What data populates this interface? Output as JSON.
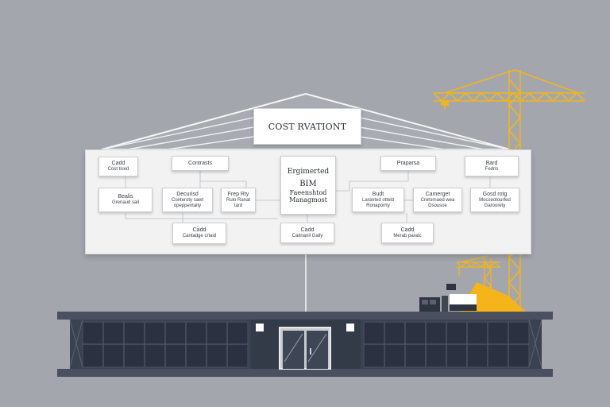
{
  "diagram": {
    "title": "COST RVATIONT",
    "center_node": {
      "line1": "Ergimerted",
      "line2": "BIM",
      "line3": "Faeenshtod",
      "line4": "Managmost"
    },
    "nodes": [
      {
        "id": "n-tl",
        "line1": "Cadd",
        "line2": "Cost tised"
      },
      {
        "id": "n-contracts",
        "line1": "Contrasts",
        "line2": ""
      },
      {
        "id": "n-proparsa",
        "line1": "Praparsa",
        "line2": ""
      },
      {
        "id": "n-tr",
        "line1": "Bard",
        "line2": "Fedris"
      },
      {
        "id": "n-r2a",
        "line1": "Bealis",
        "line2": "Grenaud sail",
        "line3": ""
      },
      {
        "id": "n-r2b",
        "line1": "Decurisd",
        "line2": "Conteroty sawt",
        "line3": "opeppentaity"
      },
      {
        "id": "n-r2c",
        "line1": "Frep Rty",
        "line2": "Rulo Ranat",
        "line3": "tard"
      },
      {
        "id": "n-r2d",
        "line1": "Budt",
        "line2": "Laranted otteld",
        "line3": "Ronaporrty"
      },
      {
        "id": "n-r2e",
        "line1": "Camerget",
        "line2": "Cretornaed wea",
        "line3": "Dsousoe"
      },
      {
        "id": "n-r2f",
        "line1": "Gosd rotg",
        "line2": "Mocseotourfed",
        "line3": "Garoorety"
      },
      {
        "id": "n-b1",
        "line1": "Cadd",
        "line2": "Cantadge crtaid"
      },
      {
        "id": "n-b2",
        "line1": "Cadd",
        "line2": "Caitnanil Gaily"
      },
      {
        "id": "n-b3",
        "line1": "Cadd",
        "line2": "Merab paratc"
      }
    ]
  },
  "colors": {
    "background": "#a3a7ad",
    "crane": "#f2b51b",
    "building_roof": "#4a5060",
    "building_wall": "#3a4150",
    "building_window": "#2b3140",
    "truck": "#f4b41a"
  },
  "icons": [
    "tower-crane-icon",
    "small-crane-icon",
    "dump-truck-icon",
    "building-icon",
    "door-icon"
  ]
}
